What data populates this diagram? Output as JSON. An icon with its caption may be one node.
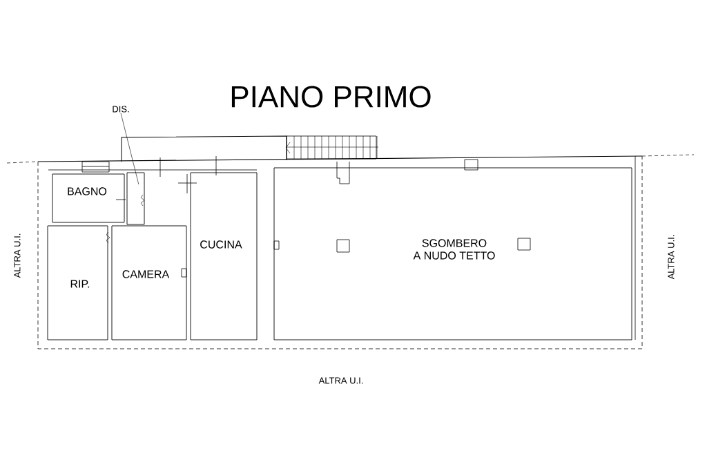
{
  "diagram": {
    "title": "PIANO PRIMO",
    "nodes": [
      {
        "text": [
          "DIS."
        ]
      },
      {
        "text": [],
        "shape": "box"
      },
      {
        "text": [
          "BAGNO"
        ]
      },
      {
        "text": [
          "RIP."
        ]
      },
      {
        "text": [
          "CAMERA"
        ]
      },
      {
        "text": [
          "CUCINA"
        ]
      },
      {
        "text": [
          "SGOMBERO A NUDO TETTO"
        ]
      }
    ],
    "edges": [
      {
        "from": 0,
        "to": 1,
        "arrow": "none"
      }
    ],
    "labels": [
      "ALTRA U.I.",
      "ALTRA U.I.",
      "ALTRA U.I."
    ]
  }
}
